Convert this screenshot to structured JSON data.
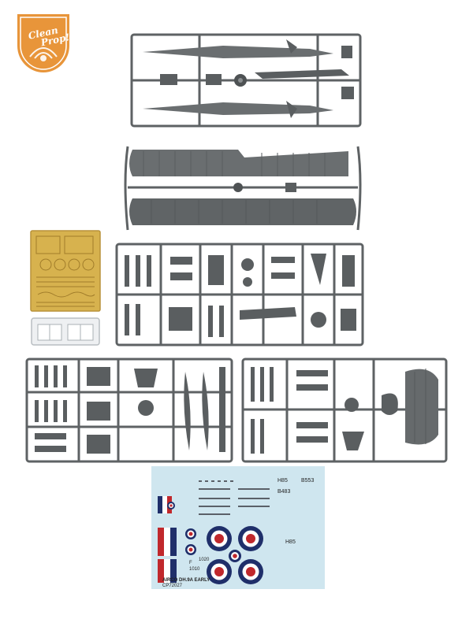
{
  "logo": {
    "text_line1": "Clean",
    "text_line2": "Prop!",
    "color": "#e8953a"
  },
  "decal_sheet": {
    "product_name": "AIRCO DH.9A EARLY",
    "product_code": "CP72027",
    "registrations": [
      "H85",
      "B553",
      "B483",
      "F",
      "1010",
      "1020"
    ],
    "colors": {
      "background": "#cfe6ef",
      "roundel_blue": "#1f2f6a",
      "roundel_red": "#c0282c",
      "white": "#ffffff"
    }
  },
  "colors": {
    "sprue_plastic": "#6a6e70",
    "sprue_dark": "#4a4e50",
    "photo_etch": "#d7b24e",
    "clear_parts": "#e6e9ec"
  }
}
